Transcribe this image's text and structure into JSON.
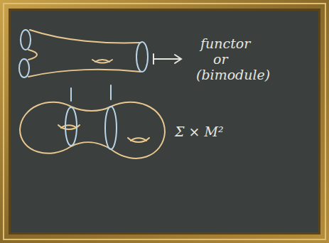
{
  "diagram": {
    "labels": [
      "functor",
      "or",
      "(bimodule)",
      "Σ × M²"
    ]
  }
}
